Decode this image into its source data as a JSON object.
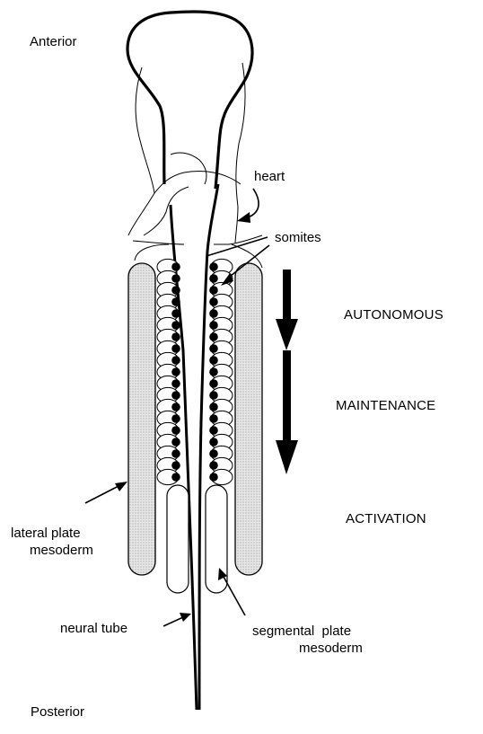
{
  "labels": {
    "anterior": "Anterior",
    "posterior": "Posterior",
    "heart": "heart",
    "somites": "somites",
    "autonomous": "AUTONOMOUS",
    "maintenance": "MAINTENANCE",
    "activation": "ACTIVATION",
    "lateral_plate_line1": "lateral plate",
    "lateral_plate_line2": "mesoderm",
    "neural_tube": "neural  tube",
    "segmental_line1": "segmental  plate",
    "segmental_line2": "mesoderm"
  },
  "somites_per_side": 19,
  "colors": {
    "ink": "#000000",
    "lateral_plate_fill": "#d9d9d9",
    "paper": "#ffffff"
  }
}
